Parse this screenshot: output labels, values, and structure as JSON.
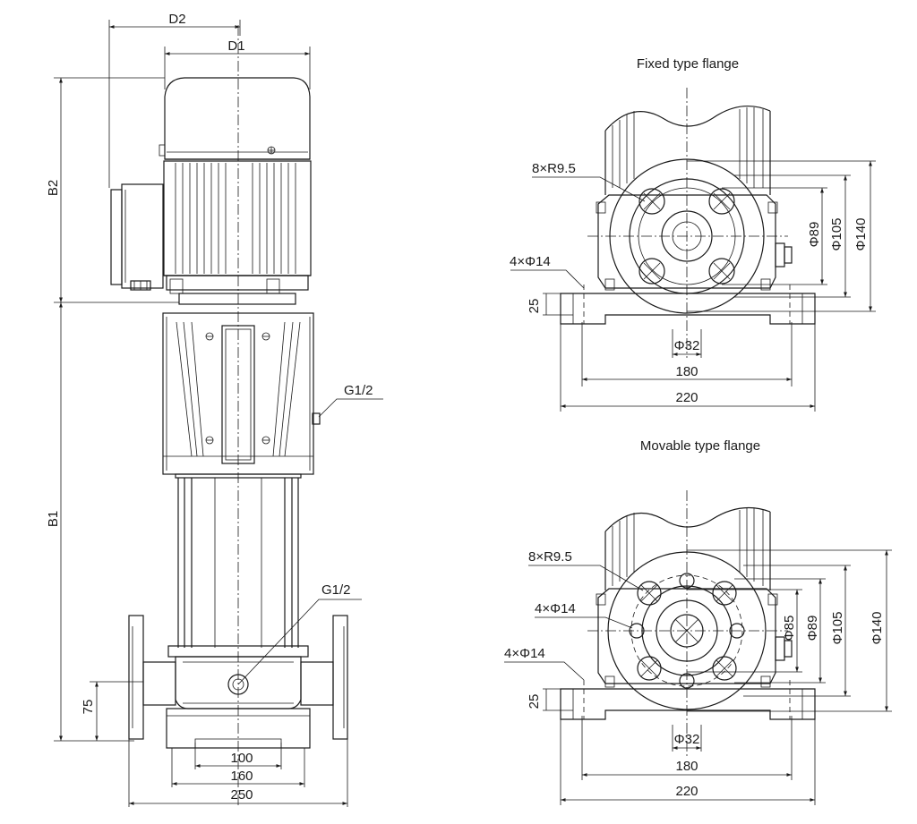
{
  "side_view": {
    "labels": {
      "d2": "D2",
      "d1": "D1",
      "b2": "B2",
      "b1": "B1",
      "g12_upper": "G1/2",
      "g12_lower": "G1/2",
      "h75": "75",
      "w100": "100",
      "w160": "160",
      "w250": "250"
    }
  },
  "fixed_flange": {
    "title": "Fixed type flange",
    "labels": {
      "bolt_slots": "8×R9.5",
      "base_holes": "4×Φ14",
      "phi89": "Φ89",
      "phi105": "Φ105",
      "phi140": "Φ140",
      "h25": "25",
      "phi32": "Φ32",
      "w180": "180",
      "w220": "220"
    }
  },
  "movable_flange": {
    "title": "Movable type flange",
    "labels": {
      "bolt_slots": "8×R9.5",
      "flange_holes": "4×Φ14",
      "base_holes": "4×Φ14",
      "phi85": "Φ85",
      "phi89": "Φ89",
      "phi105": "Φ105",
      "phi140": "Φ140",
      "h25": "25",
      "phi32": "Φ32",
      "w180": "180",
      "w220": "220"
    }
  }
}
